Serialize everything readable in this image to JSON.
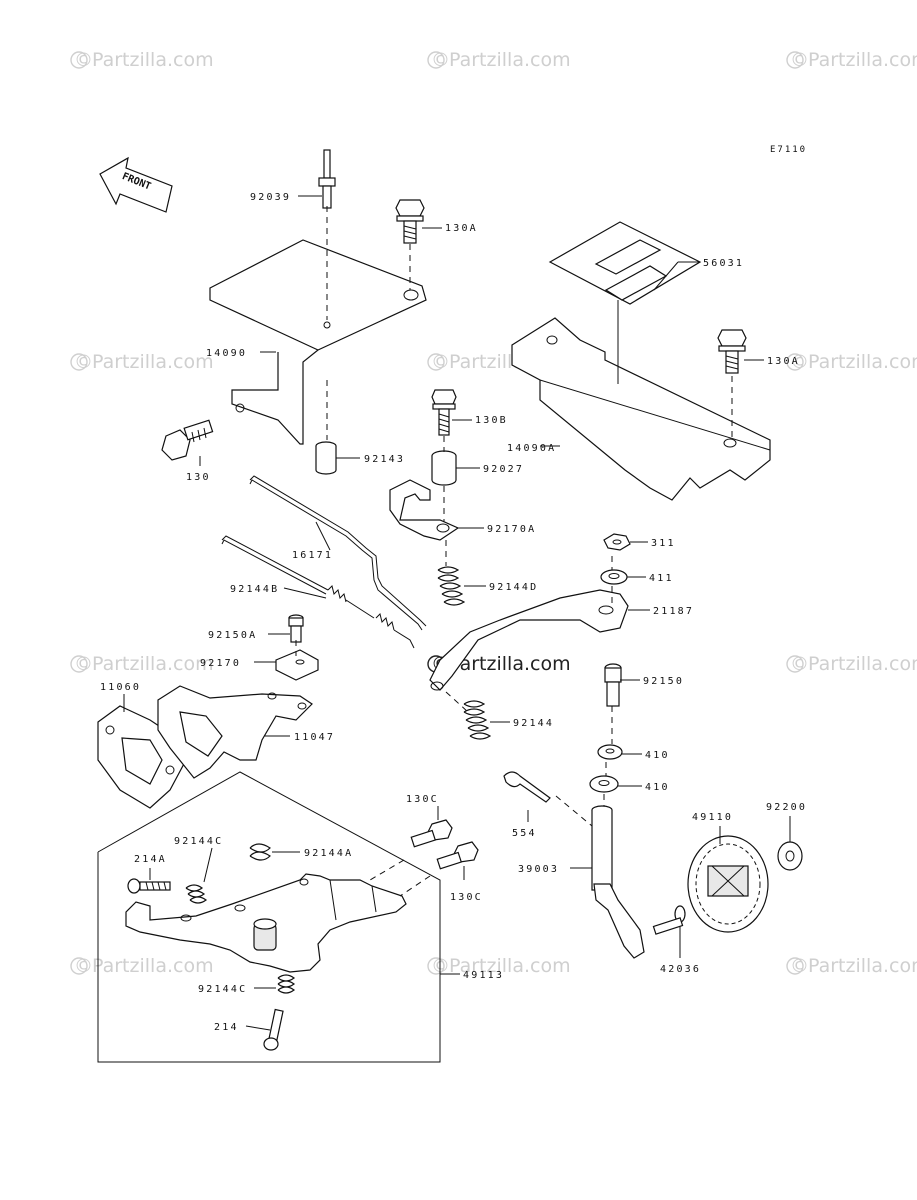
{
  "diagram_code": "E7110",
  "front_label": "FRONT",
  "watermark": "Partzilla.com",
  "watermark_symbol": "©",
  "parts": [
    {
      "id": "92039",
      "label": "92039"
    },
    {
      "id": "130A_top",
      "label": "130A"
    },
    {
      "id": "56031",
      "label": "56031"
    },
    {
      "id": "14090",
      "label": "14090"
    },
    {
      "id": "130A_right",
      "label": "130A"
    },
    {
      "id": "130B",
      "label": "130B"
    },
    {
      "id": "14090A",
      "label": "14090A"
    },
    {
      "id": "130",
      "label": "130"
    },
    {
      "id": "92143",
      "label": "92143"
    },
    {
      "id": "92027",
      "label": "92027"
    },
    {
      "id": "92170A",
      "label": "92170A"
    },
    {
      "id": "16171",
      "label": "16171"
    },
    {
      "id": "311",
      "label": "311"
    },
    {
      "id": "92144D",
      "label": "92144D"
    },
    {
      "id": "411",
      "label": "411"
    },
    {
      "id": "92144B",
      "label": "92144B"
    },
    {
      "id": "21187",
      "label": "21187"
    },
    {
      "id": "92150A",
      "label": "92150A"
    },
    {
      "id": "92170",
      "label": "92170"
    },
    {
      "id": "92150",
      "label": "92150"
    },
    {
      "id": "11060",
      "label": "11060"
    },
    {
      "id": "92144",
      "label": "92144"
    },
    {
      "id": "11047",
      "label": "11047"
    },
    {
      "id": "410_a",
      "label": "410"
    },
    {
      "id": "410_b",
      "label": "410"
    },
    {
      "id": "130C_top",
      "label": "130C"
    },
    {
      "id": "92144C_top",
      "label": "92144C"
    },
    {
      "id": "49110",
      "label": "49110"
    },
    {
      "id": "92200",
      "label": "92200"
    },
    {
      "id": "554",
      "label": "554"
    },
    {
      "id": "214A",
      "label": "214A"
    },
    {
      "id": "92144A",
      "label": "92144A"
    },
    {
      "id": "39003",
      "label": "39003"
    },
    {
      "id": "130C_bottom",
      "label": "130C"
    },
    {
      "id": "42036",
      "label": "42036"
    },
    {
      "id": "49113",
      "label": "49113"
    },
    {
      "id": "92144C_bottom",
      "label": "92144C"
    },
    {
      "id": "214",
      "label": "214"
    }
  ]
}
